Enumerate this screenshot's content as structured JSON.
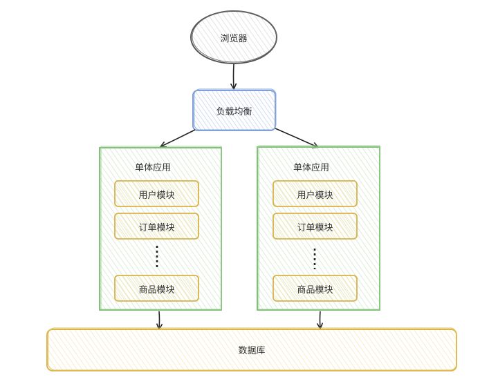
{
  "nodes": {
    "browser": "浏览器",
    "load_balancer": "负载均衡",
    "database": "数据库"
  },
  "apps": [
    {
      "title": "单体应用",
      "modules": [
        "用户模块",
        "订单模块",
        "商品模块"
      ]
    },
    {
      "title": "单体应用",
      "modules": [
        "用户模块",
        "订单模块",
        "商品模块"
      ]
    }
  ],
  "colors": {
    "browser_stroke": "#555555",
    "browser_fill": "#ececec",
    "lb_stroke": "#7f9fd6",
    "lb_fill": "#dfe7f6",
    "app_stroke": "#82c07a",
    "app_fill": "#e6f2e2",
    "module_stroke": "#d6b24a",
    "module_fill": "#fbefcc",
    "db_stroke": "#dcb54a",
    "db_fill": "#fbf0d4",
    "arrow": "#222222"
  }
}
